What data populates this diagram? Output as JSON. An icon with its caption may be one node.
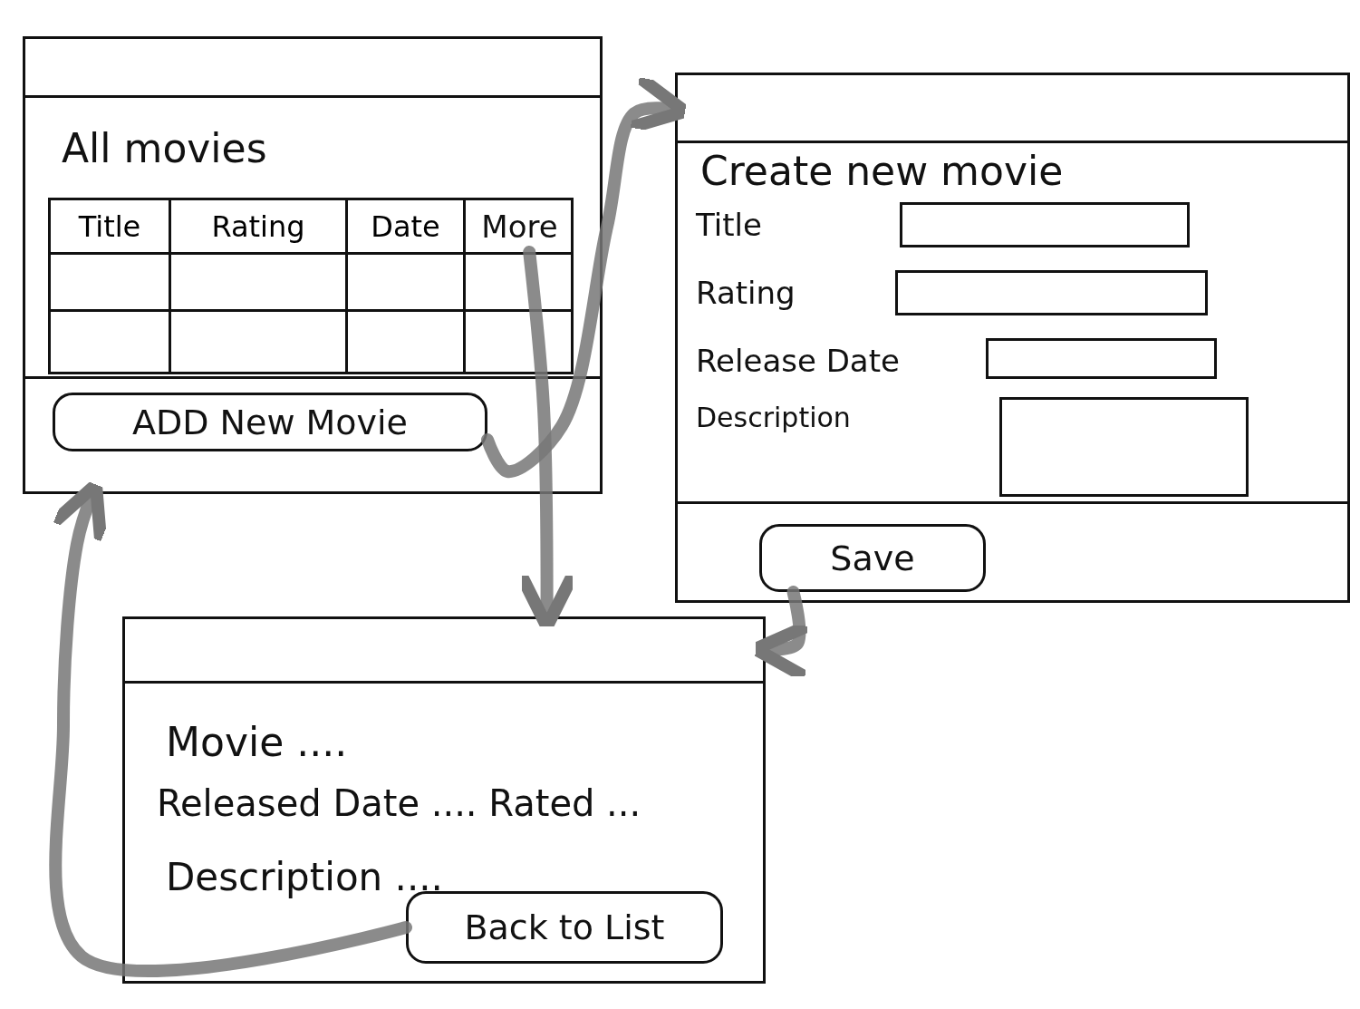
{
  "diagram": {
    "nodes": [
      {
        "text": [
          "All movies"
        ]
      },
      {
        "text": [
          "More"
        ],
        "in": 0
      },
      {
        "text": [
          "ADD New Movie"
        ],
        "in": 0
      },
      {
        "text": [
          "Create new movie"
        ]
      },
      {
        "text": [
          "Save"
        ],
        "in": 3
      },
      {
        "text": [
          "Movie ....",
          "Released Date .... Rated ...",
          "Description ...."
        ]
      },
      {
        "text": [
          "Back to List"
        ],
        "in": 5
      }
    ],
    "edges": [
      {
        "from": 2,
        "to": 3,
        "arrow": "to"
      },
      {
        "from": 1,
        "to": 5,
        "arrow": "to"
      },
      {
        "from": 4,
        "to": 5,
        "arrow": "to"
      },
      {
        "from": 6,
        "to": 0,
        "arrow": "to"
      }
    ],
    "labels": [
      "Title",
      "Rating",
      "Date",
      "Title",
      "Rating",
      "Release Date",
      "Description"
    ]
  }
}
